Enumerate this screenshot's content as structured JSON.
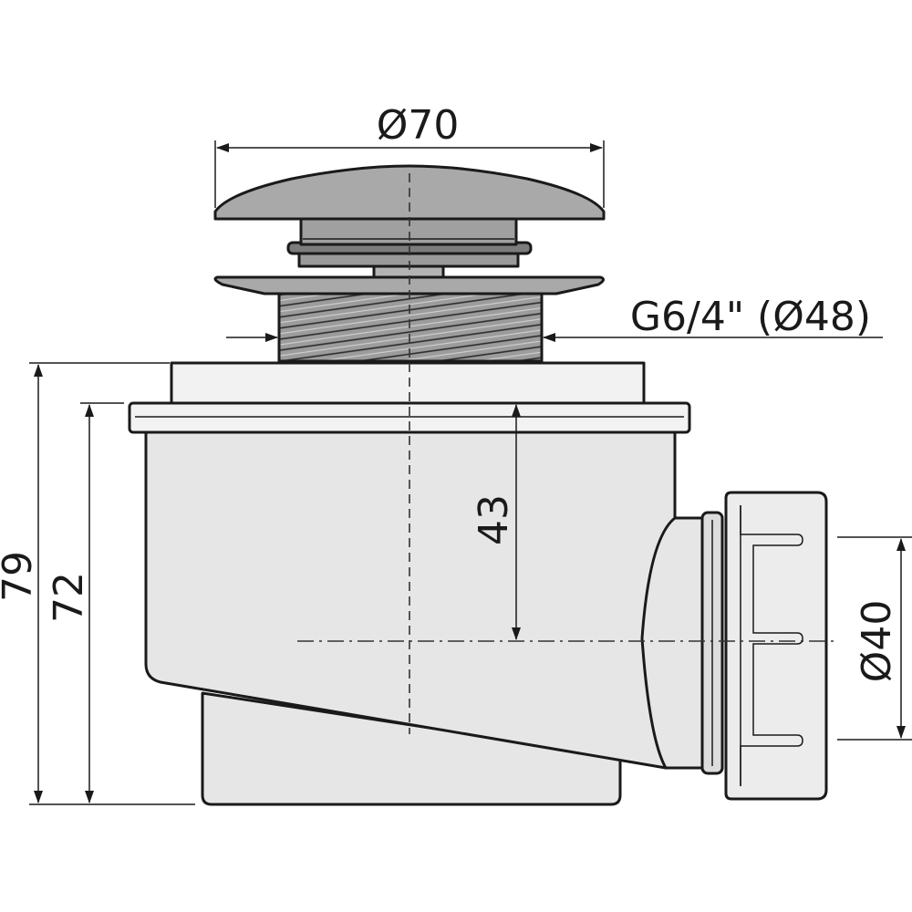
{
  "drawing": {
    "dimensions": {
      "cap_diameter": "Ø70",
      "thread": "G6/4\" (Ø48)",
      "total_height": "79",
      "body_height": "72",
      "outlet_axis_depth": "43",
      "outlet_diameter": "Ø40"
    },
    "colors": {
      "metal": "#a9a9a9",
      "metal_dark": "#8c8c8c",
      "body": "#e6e6e6",
      "outline": "#1a1a1a"
    }
  }
}
